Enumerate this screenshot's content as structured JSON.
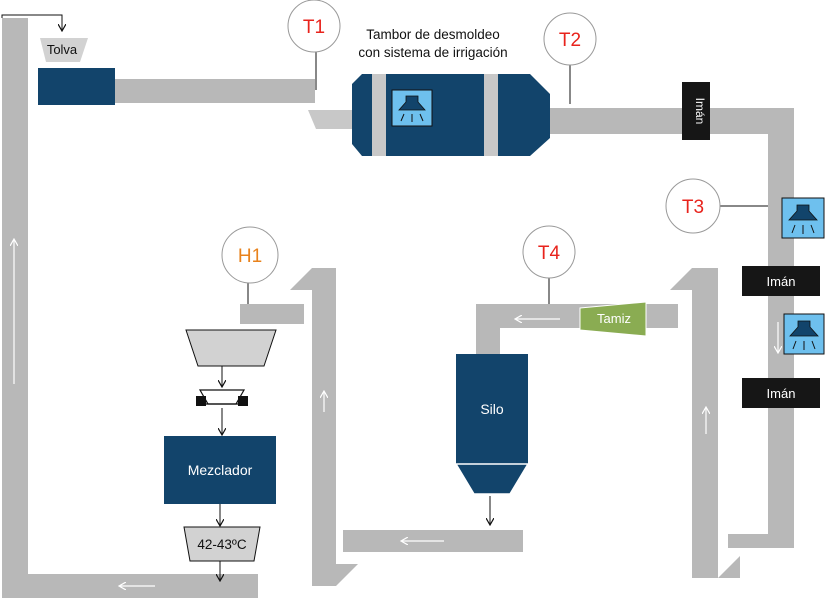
{
  "labels": {
    "tolva": "Tolva",
    "tambor_line1": "Tambor de desmoldeo",
    "tambor_line2": "con sistema de irrigación",
    "iman_top": "Imán",
    "iman_mid": "Imán",
    "iman_low": "Imán",
    "tamiz": "Tamiz",
    "silo": "Silo",
    "mezclador": "Mezclador",
    "temperature": "42-43ºC"
  },
  "sensors": {
    "t1": "T1",
    "t2": "T2",
    "t3": "T3",
    "t4": "T4",
    "h1": "H1"
  },
  "colors": {
    "equipment_blue": "#12446b",
    "conveyor_gray": "#b8b8b8",
    "sensor_red": "#e8231c",
    "sensor_orange": "#e8821c",
    "tamiz_green": "#8aac52",
    "sprinkler_blue": "#6ec0ee",
    "magnet_black": "#161616"
  },
  "icons": [
    "sprinkler-icon",
    "arrow-icon",
    "hopper-icon",
    "dosing-valve-icon"
  ]
}
